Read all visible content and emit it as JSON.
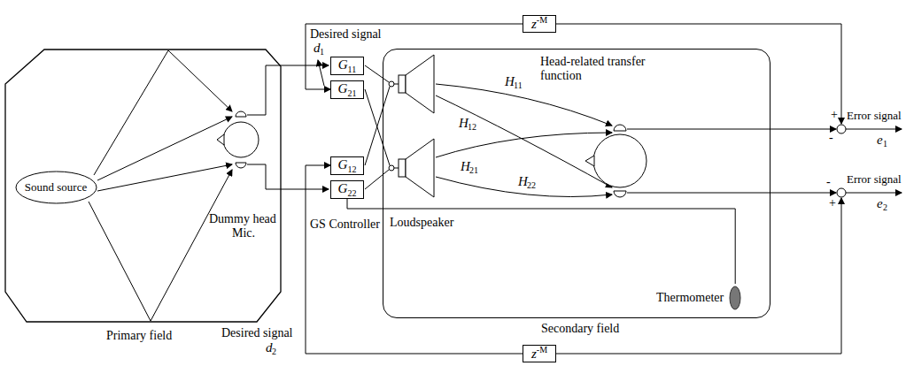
{
  "diagram": {
    "nodes": [
      {
        "text": [
          "Primary field"
        ]
      },
      {
        "text": [
          "Sound source"
        ],
        "in": 0
      },
      {
        "text": [
          "G",
          "11"
        ]
      },
      {
        "text": [
          "G",
          "21"
        ]
      },
      {
        "text": [
          "G",
          "12"
        ]
      },
      {
        "text": [
          "G",
          "22"
        ]
      },
      {
        "text": [
          "Secondary field"
        ]
      },
      {
        "text": [
          "Thermometer"
        ],
        "in": 6
      },
      {
        "text": [
          "z",
          "-M"
        ]
      },
      {
        "text": [
          "z",
          "-M"
        ]
      }
    ],
    "edges": [
      {
        "from": 8,
        "to": 3,
        "arrow": "to"
      },
      {
        "from": 9,
        "to": 4,
        "arrow": "to"
      },
      {
        "from": 5,
        "to": 7,
        "arrow": "none"
      }
    ],
    "labels": [
      "Desired signal",
      "d",
      "1",
      "Head-related transfer function",
      "H",
      "11",
      "H",
      "12",
      "H",
      "21",
      "H",
      "22",
      "Dummy head",
      "Mic.",
      "GS Controller",
      "Loudspeaker",
      "Error signal",
      "e",
      "1",
      "Error signal",
      "e",
      "2",
      "Desired signal",
      "d",
      "2",
      "-",
      "+",
      "-",
      "+"
    ]
  }
}
